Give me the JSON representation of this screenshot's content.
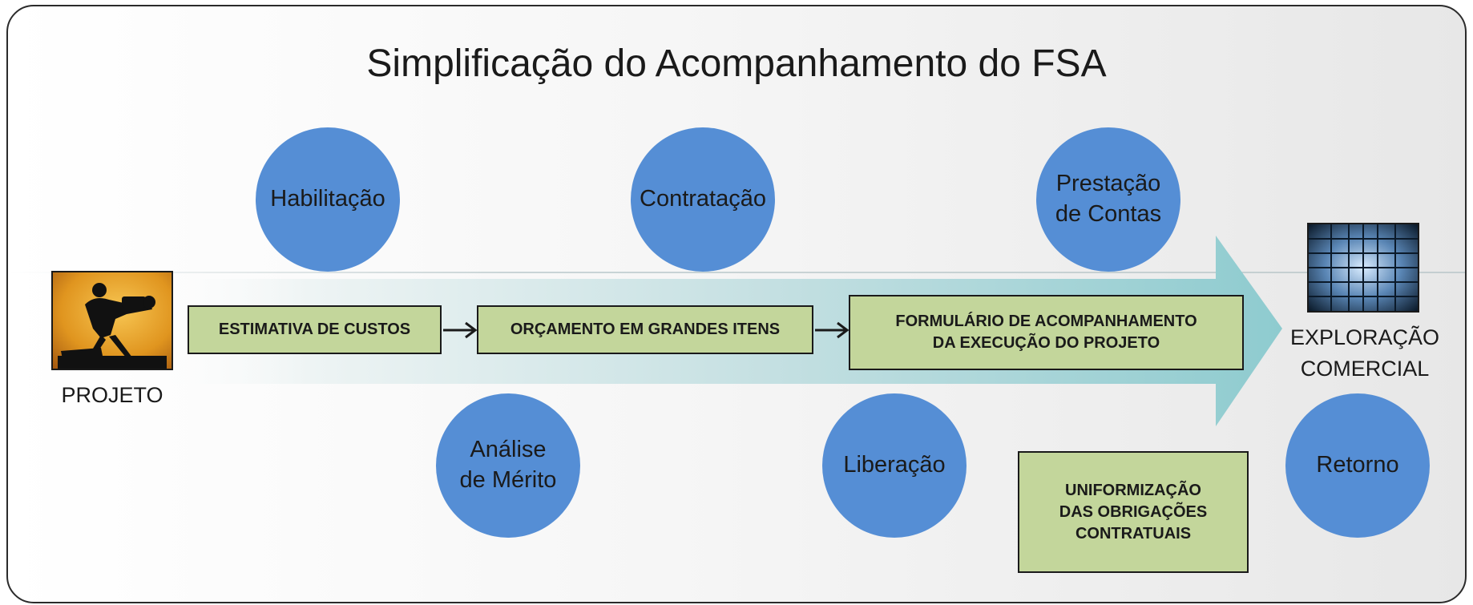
{
  "title": "Simplificação do Acompanhamento do FSA",
  "start": {
    "label": "PROJETO",
    "icon": "film-camera-operator-icon"
  },
  "end": {
    "label": "EXPLORAÇÃO\nCOMERCIAL",
    "icon": "video-wall-icon"
  },
  "process_boxes": [
    {
      "text": "ESTIMATIVA DE CUSTOS"
    },
    {
      "text": "ORÇAMENTO EM GRANDES ITENS"
    },
    {
      "text": "FORMULÁRIO DE ACOMPANHAMENTO\nDA EXECUÇÃO DO PROJETO"
    }
  ],
  "note_box": {
    "text": "UNIFORMIZAÇÃO\nDAS OBRIGAÇÕES\nCONTRATUAIS"
  },
  "stages_top": [
    {
      "text": "Habilitação"
    },
    {
      "text": "Contratação"
    },
    {
      "text": "Prestação\nde  Contas"
    }
  ],
  "stages_bottom": [
    {
      "text": "Análise\nde Mérito"
    },
    {
      "text": "Liberação"
    },
    {
      "text": "Retorno"
    }
  ],
  "colors": {
    "circle": "#558ed5",
    "box_fill": "#c3d69b",
    "arrow_end": "#8ecbcf",
    "outline": "#1a1a1a"
  }
}
